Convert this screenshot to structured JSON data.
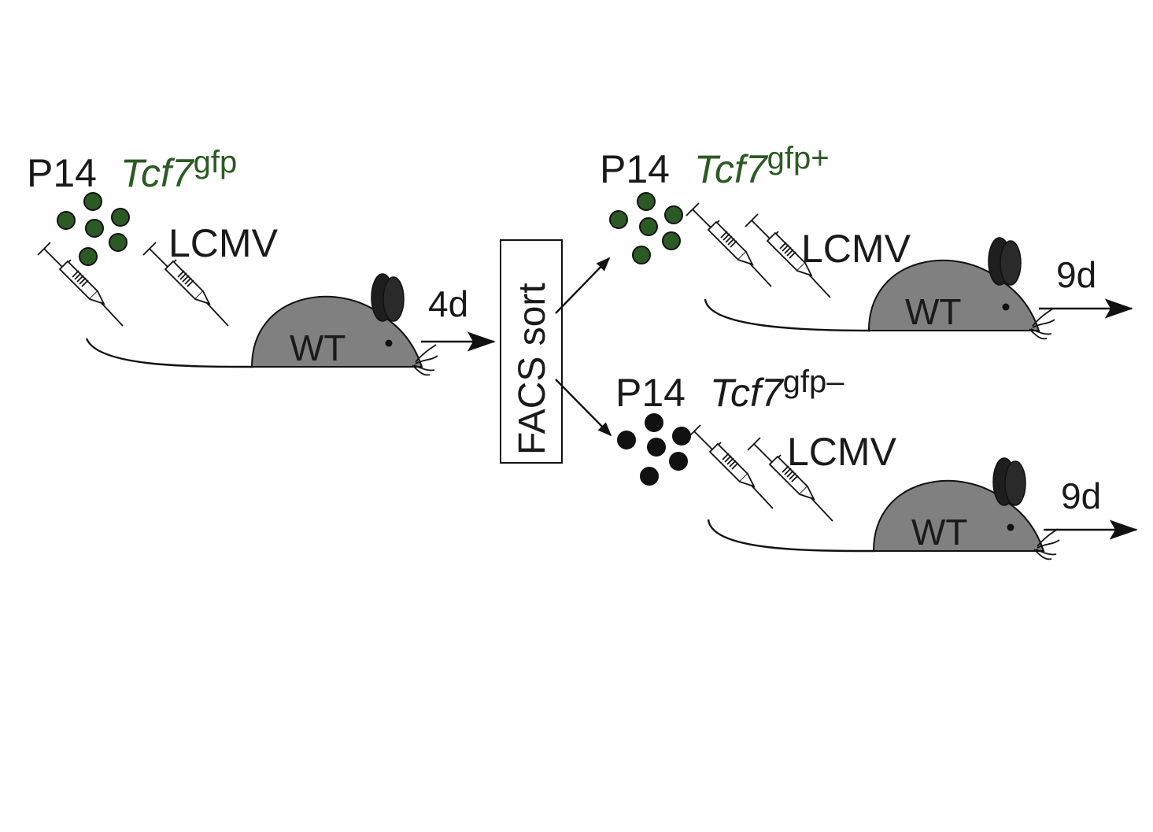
{
  "colors": {
    "gfp_cells": "#2c5a24",
    "gfp_neg_cells": "#111111",
    "mouse_body": "#808080",
    "mouse_ear": "#1e1e1e",
    "ink": "#1a1a1a"
  },
  "donor": {
    "strain": "P14",
    "gene": "Tcf7",
    "reporter": "gfp"
  },
  "infection_label": "LCMV",
  "recipient_label": "WT",
  "first_interval": "4d",
  "sort_label": "FACS sort",
  "branches": [
    {
      "strain": "P14",
      "gene": "Tcf7",
      "reporter": "gfp+",
      "infection": "LCMV",
      "recipient": "WT",
      "interval": "9d"
    },
    {
      "strain": "P14",
      "gene": "Tcf7",
      "reporter": "gfp–",
      "infection": "LCMV",
      "recipient": "WT",
      "interval": "9d"
    }
  ],
  "icons": [
    "syringe-icon",
    "mouse-icon",
    "cell-icon",
    "arrow-icon"
  ]
}
